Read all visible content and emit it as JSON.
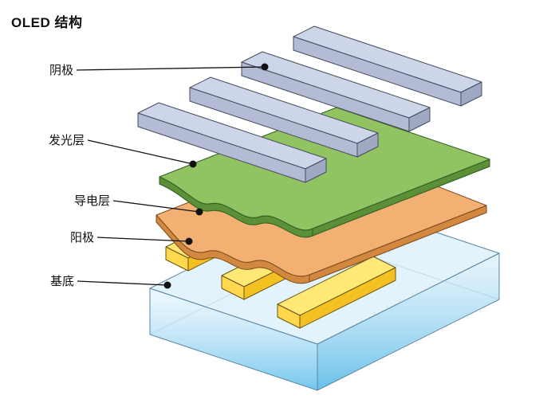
{
  "title": "OLED 结构",
  "labels": {
    "cathode": "阴极",
    "emissive": "发光层",
    "conductive": "导电层",
    "anode": "阳极",
    "substrate": "基底"
  },
  "colors": {
    "cathodeTop": "#cdd5e9",
    "cathodeFront": "#b3bcd4",
    "cathodeEnd": "#9fa9c4",
    "cathodeStroke": "#474b5e",
    "emissiveTop": "#92c362",
    "emissiveEdge": "#5c9038",
    "emissiveStroke": "#2e5c22",
    "conductiveTop": "#f2b173",
    "conductiveEdge": "#d2883f",
    "conductiveStroke": "#7c4a1e",
    "anodeTop": "#ffe876",
    "anodeFront": "#f3c222",
    "anodeEnd": "#ffd84d",
    "anodeStroke": "#6b5513",
    "substrateFill": "#bfe5f7",
    "substrateDeep": "#6cc4ec",
    "substrateStroke": "#5b87a6",
    "line": "#111111"
  }
}
